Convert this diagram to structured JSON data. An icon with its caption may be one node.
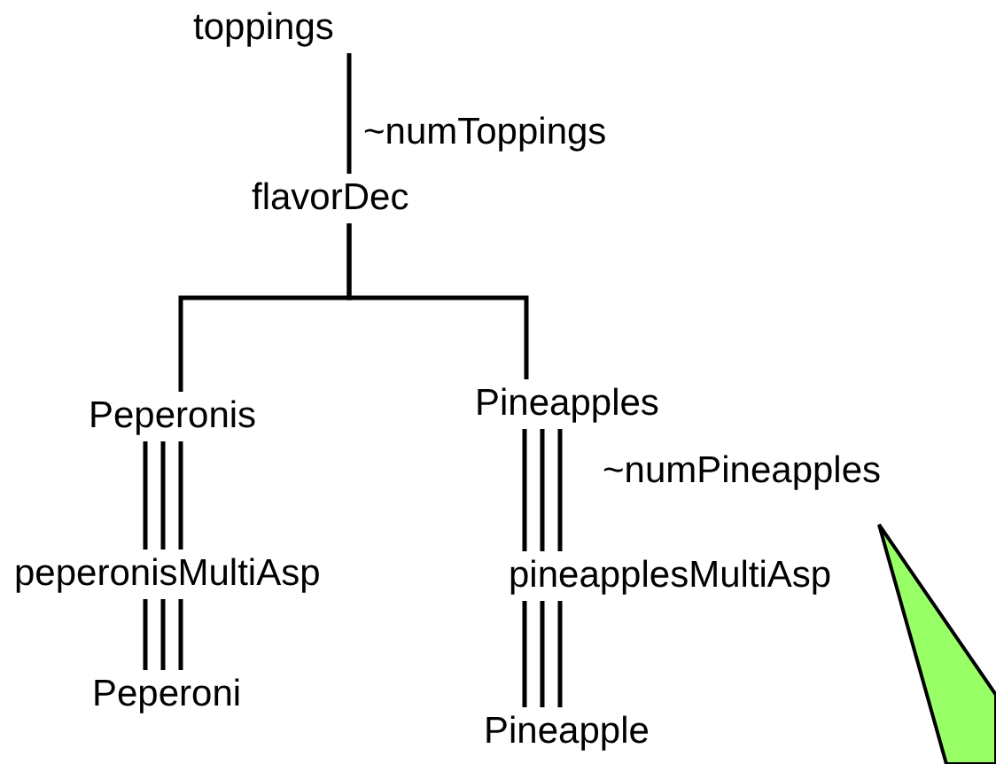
{
  "diagram": {
    "nodes": [
      {
        "text": [
          "toppings"
        ]
      },
      {
        "text": [
          "flavorDec"
        ]
      },
      {
        "text": [
          "Peperonis"
        ]
      },
      {
        "text": [
          "Pineapples"
        ]
      },
      {
        "text": [
          "peperonisMultiAsp"
        ]
      },
      {
        "text": [
          "pineapplesMultiAsp"
        ]
      },
      {
        "text": [
          "Peperoni"
        ]
      },
      {
        "text": [
          "Pineapple"
        ]
      },
      {
        "text": [],
        "shape": "triangle"
      }
    ],
    "edges": [
      {
        "from": 0,
        "to": 1,
        "arrow": "none",
        "label": "~numToppings"
      },
      {
        "from": 1,
        "to": 2,
        "arrow": "none"
      },
      {
        "from": 1,
        "to": 3,
        "arrow": "none"
      },
      {
        "from": 2,
        "to": 4,
        "arrow": "none"
      },
      {
        "from": 3,
        "to": 5,
        "arrow": "none",
        "label": "~numPineapples"
      },
      {
        "from": 4,
        "to": 6,
        "arrow": "none"
      },
      {
        "from": 5,
        "to": 7,
        "arrow": "none"
      }
    ]
  }
}
